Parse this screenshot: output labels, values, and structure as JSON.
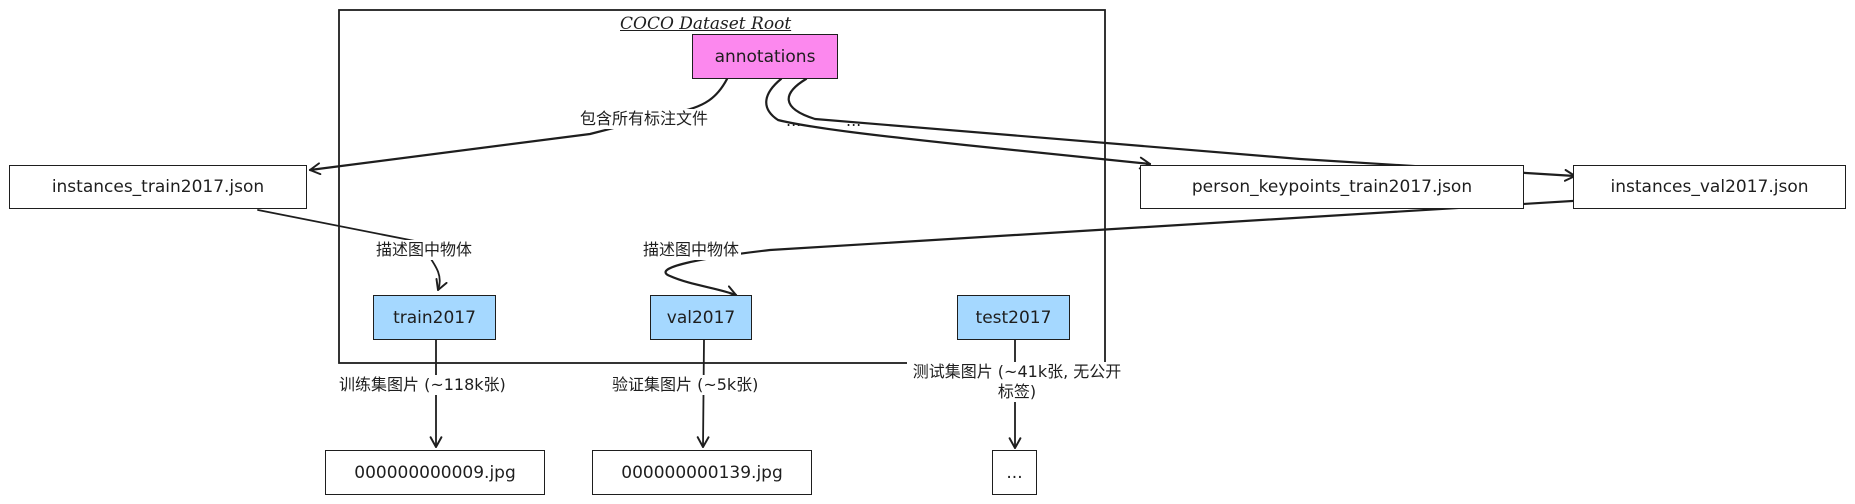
{
  "root": {
    "title": "COCO Dataset Root"
  },
  "nodes": {
    "annotations": "annotations",
    "instances_train": "instances_train2017.json",
    "person_keypoints": "person_keypoints_train2017.json",
    "instances_val": "instances_val2017.json",
    "train": "train2017",
    "val": "val2017",
    "test": "test2017",
    "img_train": "000000000009.jpg",
    "img_val": "000000000139.jpg",
    "img_test": "..."
  },
  "edge_labels": {
    "contains_all": "包含所有标注文件",
    "ellipsis_1": "...",
    "ellipsis_2": "...",
    "describe_train": "描述图中物体",
    "describe_val": "描述图中物体",
    "train_images": "训练集图片 (~118k张)",
    "val_images": "验证集图片 (~5k张)",
    "test_images": "测试集图片 (~41k张, 无公开标签)"
  },
  "colors": {
    "annotations_fill": "#fc88ee",
    "folder_fill": "#a5d8ff",
    "stroke": "#1e1e1e",
    "background": "#ffffff"
  }
}
